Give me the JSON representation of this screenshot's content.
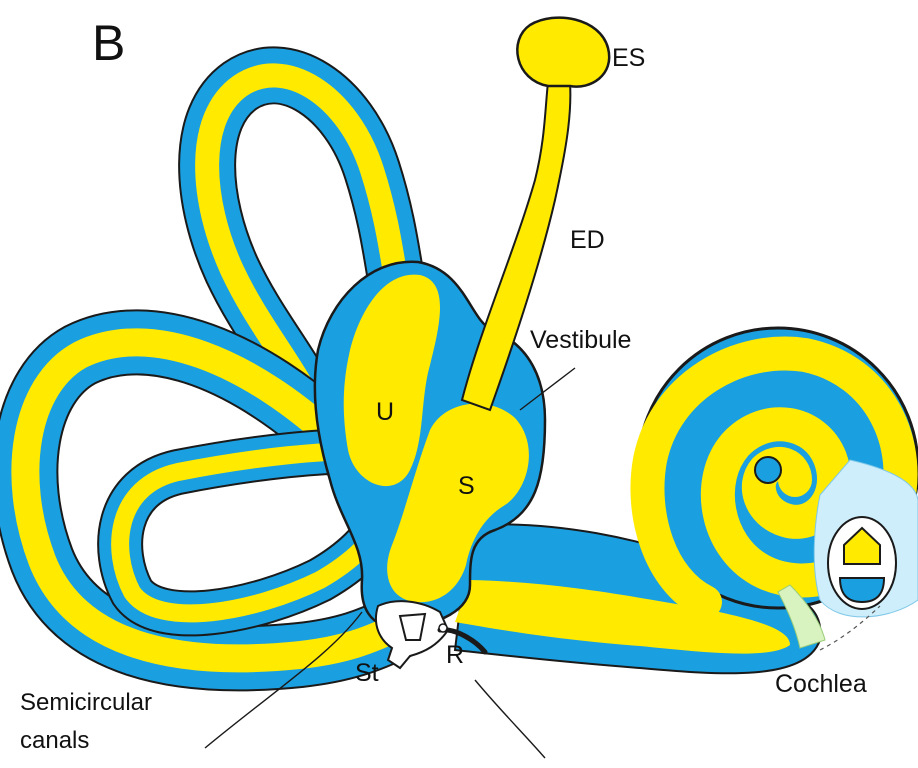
{
  "figure": {
    "panel_letter": "B",
    "colors": {
      "endolymph": "#ffea00",
      "perilymph": "#1a9fe0",
      "outline": "#1a1a1a",
      "light_fill": "#cdeefa",
      "green_fill": "#d8f3c0"
    },
    "labels": {
      "es": "ES",
      "ed": "ED",
      "vestibule": "Vestibule",
      "utricle": "U",
      "saccule": "S",
      "stapes": "St",
      "round_window": "R",
      "cochlea": "Cochlea",
      "semicircular_line1": "Semicircular",
      "semicircular_line2": "canals"
    }
  }
}
